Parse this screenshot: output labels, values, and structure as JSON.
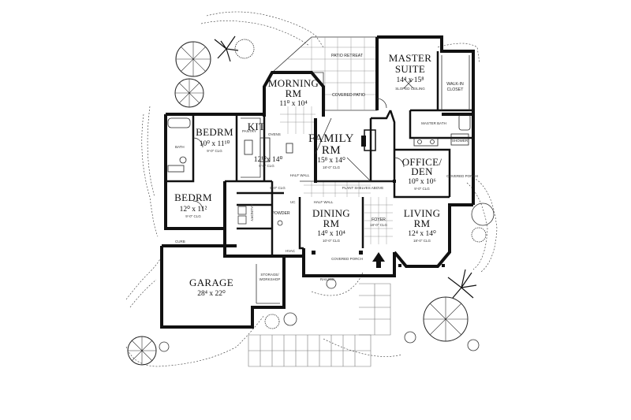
{
  "rooms": {
    "master_suite": {
      "name1": "MASTER",
      "name2": "SUITE",
      "dim": "14⁴ x 15⁸"
    },
    "morning_rm": {
      "name1": "MORNING",
      "name2": "RM",
      "dim": "11⁰ x 10⁴"
    },
    "family_rm": {
      "name1": "FAMILY",
      "name2": "RM",
      "dim": "15⁸ x 14⁰",
      "clg": "18'-0\" CLG"
    },
    "kit": {
      "name": "KIT",
      "dim": "12¹⁰x 14⁰",
      "clg": "9'-0\" CLG"
    },
    "bedrm_upper": {
      "name": "BEDRM",
      "dim": "10⁰ x 11¹⁰",
      "clg": "9'-0\" CLG"
    },
    "bedrm_lower": {
      "name": "BEDRM",
      "dim": "12⁰ x 11²",
      "clg": "9'-0\" CLG"
    },
    "office_den": {
      "name1": "OFFICE/",
      "name2": "DEN",
      "dim": "10⁰ x 10⁶",
      "clg": "9'-0\" CLG"
    },
    "dining_rm": {
      "name1": "DINING",
      "name2": "RM",
      "dim": "14⁰ x 10⁴",
      "clg": "10'-0\" CLG"
    },
    "living_rm": {
      "name1": "LIVING",
      "name2": "RM",
      "dim": "12⁴ x 14⁰",
      "clg": "18'-0\" CLG"
    },
    "garage": {
      "name": "GARAGE",
      "dim": "28⁴ x 22⁰"
    }
  },
  "labels": {
    "patio_retreat": "PATIO RETREAT",
    "covered_patio": "COVERED PATIO",
    "walk_in_closet_1": "WALK-IN",
    "walk_in_closet_2": "CLOSET",
    "master_bath": "MASTER BATH",
    "shower": "SHOWER",
    "sloped_clg": "SLOPED  CEILING",
    "covered_porch_side": "COVERED PORCH",
    "covered_porch_front": "COVERED PORCH",
    "plant_shelf": "PLANT SHELVES ABOVE",
    "half_wall_1": "HALF WALL",
    "half_wall_2": "HALF WALL",
    "foyer": "FOYER",
    "foyer_clg": "18'-0\" CLG",
    "powder": "POWDER",
    "laundry": "LAUNDRY",
    "storage_1": "STORAGE/",
    "storage_2": "WORKSHOP",
    "bath": "BATH",
    "hvac": "HVAC",
    "curb": "CURB",
    "railing": "RAILING",
    "pantry": "PANTRY",
    "ovens": "OVENS",
    "clg_9": "9'-0\" CLG",
    "uc": "UC"
  }
}
